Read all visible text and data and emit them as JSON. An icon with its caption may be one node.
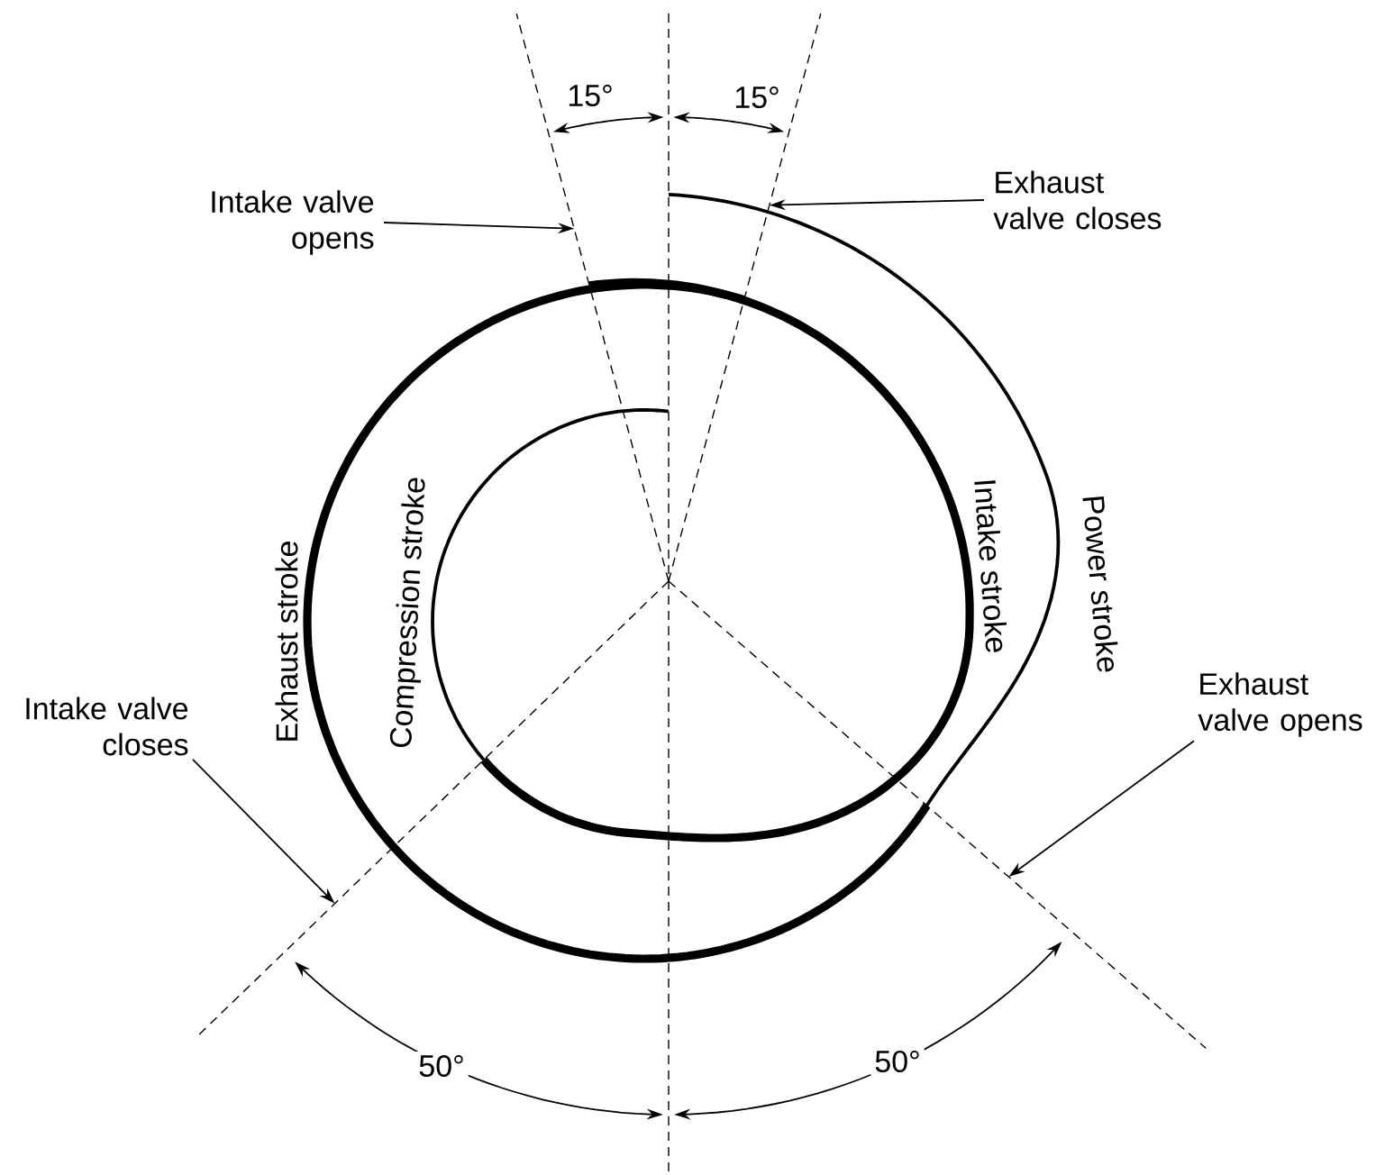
{
  "diagram": {
    "nodes": [
      {
        "text": [
          "Intake valve opens"
        ]
      },
      {
        "text": [
          "Exhaust valve closes"
        ]
      },
      {
        "text": [
          "Intake valve closes"
        ]
      },
      {
        "text": [
          "Exhaust valve opens"
        ]
      }
    ],
    "edges": [
      {
        "from": 0,
        "to": null,
        "arrow": "to"
      },
      {
        "from": 1,
        "to": null,
        "arrow": "to"
      },
      {
        "from": 2,
        "to": null,
        "arrow": "to"
      },
      {
        "from": 3,
        "to": null,
        "arrow": "to"
      }
    ],
    "labels": [
      "15°",
      "15°",
      "Exhaust stroke",
      "Compression stroke",
      "Intake stroke",
      "Power stroke",
      "50°",
      "50°"
    ]
  }
}
